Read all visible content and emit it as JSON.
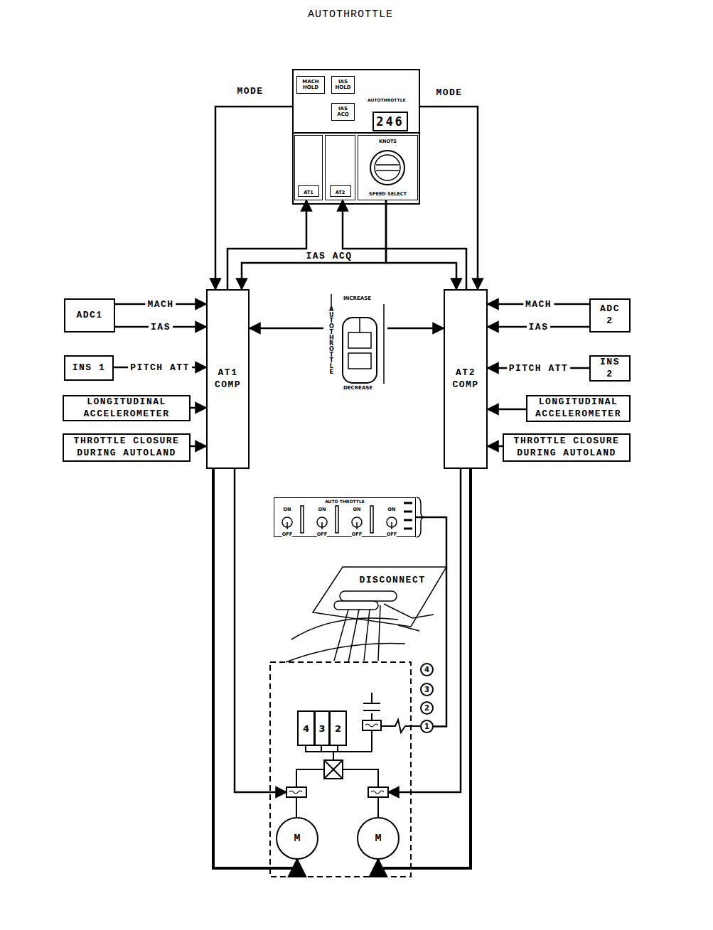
{
  "diagram": {
    "title": "AUTOTHROTTLE",
    "nodes": [
      {
        "text": [
          "AUTOTHROTTLE"
        ]
      },
      {
        "text": [
          "MACH HOLD"
        ],
        "in": 0
      },
      {
        "text": [
          "IAS HOLD"
        ],
        "in": 0
      },
      {
        "text": [
          "IAS ACQ"
        ],
        "in": 0
      },
      {
        "text": [
          "246"
        ],
        "in": 0
      },
      {
        "text": [
          "AT1"
        ],
        "in": 0
      },
      {
        "text": [
          "AT2"
        ],
        "in": 0
      },
      {
        "text": [
          "KNOTS",
          "SPEED SELECT"
        ],
        "in": 0
      },
      {
        "text": [
          "ADC1"
        ]
      },
      {
        "text": [
          "INS 1"
        ]
      },
      {
        "text": [
          "LONGITUDINAL ACCELEROMETER"
        ]
      },
      {
        "text": [
          "THROTTLE CLOSURE DURING AUTOLAND"
        ]
      },
      {
        "text": [
          "AT1 COMP"
        ]
      },
      {
        "text": [
          "INCREASE",
          "AUTOTHROTTLE",
          "DECREASE"
        ]
      },
      {
        "text": [
          "AT2 COMP"
        ]
      },
      {
        "text": [
          "ADC 2"
        ]
      },
      {
        "text": [
          "INS 2"
        ]
      },
      {
        "text": [
          "LONGITUDINAL ACCELEROMETER"
        ]
      },
      {
        "text": [
          "THROTTLE CLOSURE DURING AUTOLAND"
        ]
      },
      {
        "text": [
          "AUTO THROTTLE"
        ]
      },
      {
        "text": [
          "4"
        ]
      },
      {
        "text": [
          "3"
        ]
      },
      {
        "text": [
          "2"
        ]
      },
      {
        "text": [
          "1"
        ]
      },
      {
        "text": [
          "4"
        ]
      },
      {
        "text": [
          "3"
        ]
      },
      {
        "text": [
          "2"
        ]
      },
      {
        "text": [
          "M"
        ]
      },
      {
        "text": [
          "M"
        ]
      }
    ],
    "edges": [
      {
        "from": 0,
        "to": 12,
        "arrow": "to",
        "label": "MODE"
      },
      {
        "from": 0,
        "to": 14,
        "arrow": "to",
        "label": "MODE"
      },
      {
        "from": 12,
        "to": 5,
        "arrow": "to"
      },
      {
        "from": 14,
        "to": 6,
        "arrow": "to"
      },
      {
        "from": 7,
        "to": 12,
        "arrow": "to"
      },
      {
        "from": 7,
        "to": 14,
        "arrow": "to"
      },
      {
        "from": 8,
        "to": 12,
        "arrow": "to",
        "label": "MACH"
      },
      {
        "from": 8,
        "to": 12,
        "arrow": "to",
        "label": "IAS"
      },
      {
        "from": 9,
        "to": 12,
        "arrow": "to",
        "label": "PITCH ATT"
      },
      {
        "from": 10,
        "to": 12,
        "arrow": "to"
      },
      {
        "from": 11,
        "to": 12,
        "arrow": "to"
      },
      {
        "from": 15,
        "to": 14,
        "arrow": "to",
        "label": "MACH"
      },
      {
        "from": 15,
        "to": 14,
        "arrow": "to",
        "label": "IAS"
      },
      {
        "from": 16,
        "to": 14,
        "arrow": "to",
        "label": "PITCH ATT"
      },
      {
        "from": 17,
        "to": 14,
        "arrow": "to"
      },
      {
        "from": 18,
        "to": 14,
        "arrow": "to"
      },
      {
        "from": 13,
        "to": 12,
        "arrow": "to"
      },
      {
        "from": 13,
        "to": 14,
        "arrow": "to"
      },
      {
        "from": 12,
        "to": 27,
        "arrow": "to"
      },
      {
        "from": 14,
        "to": 28,
        "arrow": "to"
      },
      {
        "from": 19,
        "to": 23,
        "arrow": "none"
      }
    ],
    "labels": [
      "IAS ACQ",
      "DISCONNECT",
      "ON",
      "OFF",
      "ON",
      "OFF",
      "ON",
      "OFF",
      "ON",
      "OFF"
    ]
  }
}
